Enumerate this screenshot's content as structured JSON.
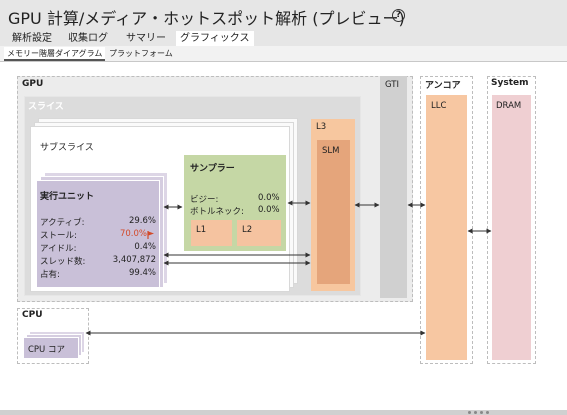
{
  "window": {
    "title": "GPU 計算/メディア・ホットスポット解析 (プレビュー)"
  },
  "tabs": [
    "解析設定",
    "収集ログ",
    "サマリー",
    "グラフィックス"
  ],
  "subtabs": [
    "メモリー階層ダイアグラム",
    "プラットフォーム"
  ],
  "diagram": {
    "gpu": "GPU",
    "slice": "スライス",
    "subslice": "サブスライス",
    "eu": {
      "title": "実行ユニット",
      "rows": [
        {
          "label": "アクティブ:",
          "value": "29.6%"
        },
        {
          "label": "ストール:",
          "value": "70.0%"
        },
        {
          "label": "アイドル:",
          "value": "0.4%"
        },
        {
          "label": "スレッド数:",
          "value": "3,407,872"
        },
        {
          "label": "占有:",
          "value": "99.4%"
        }
      ]
    },
    "sampler": {
      "title": "サンプラー",
      "busy_label": "ビジー:",
      "busy_value": "0.0%",
      "bottleneck_label": "ボトルネック:",
      "bottleneck_value": "0.0%",
      "l1": "L1",
      "l2": "L2"
    },
    "l3": "L3",
    "slm": "SLM",
    "gti": "GTI",
    "uncore": "アンコア",
    "llc": "LLC",
    "system": "System",
    "dram": "DRAM",
    "cpu": "CPU",
    "cpu_core": "CPU コア"
  },
  "colors": {
    "eu_fill": "#c9c0d8",
    "sampler_fill": "#c5d7a5",
    "l1_fill": "#f5c3a0",
    "l3_fill": "#f7c79f",
    "slm_fill": "#e5a57b",
    "gti_fill": "#d0d0d0",
    "llc_fill": "#f7c7a2",
    "dram_fill": "#efcfd2",
    "stall_text": "#d24a2a"
  }
}
